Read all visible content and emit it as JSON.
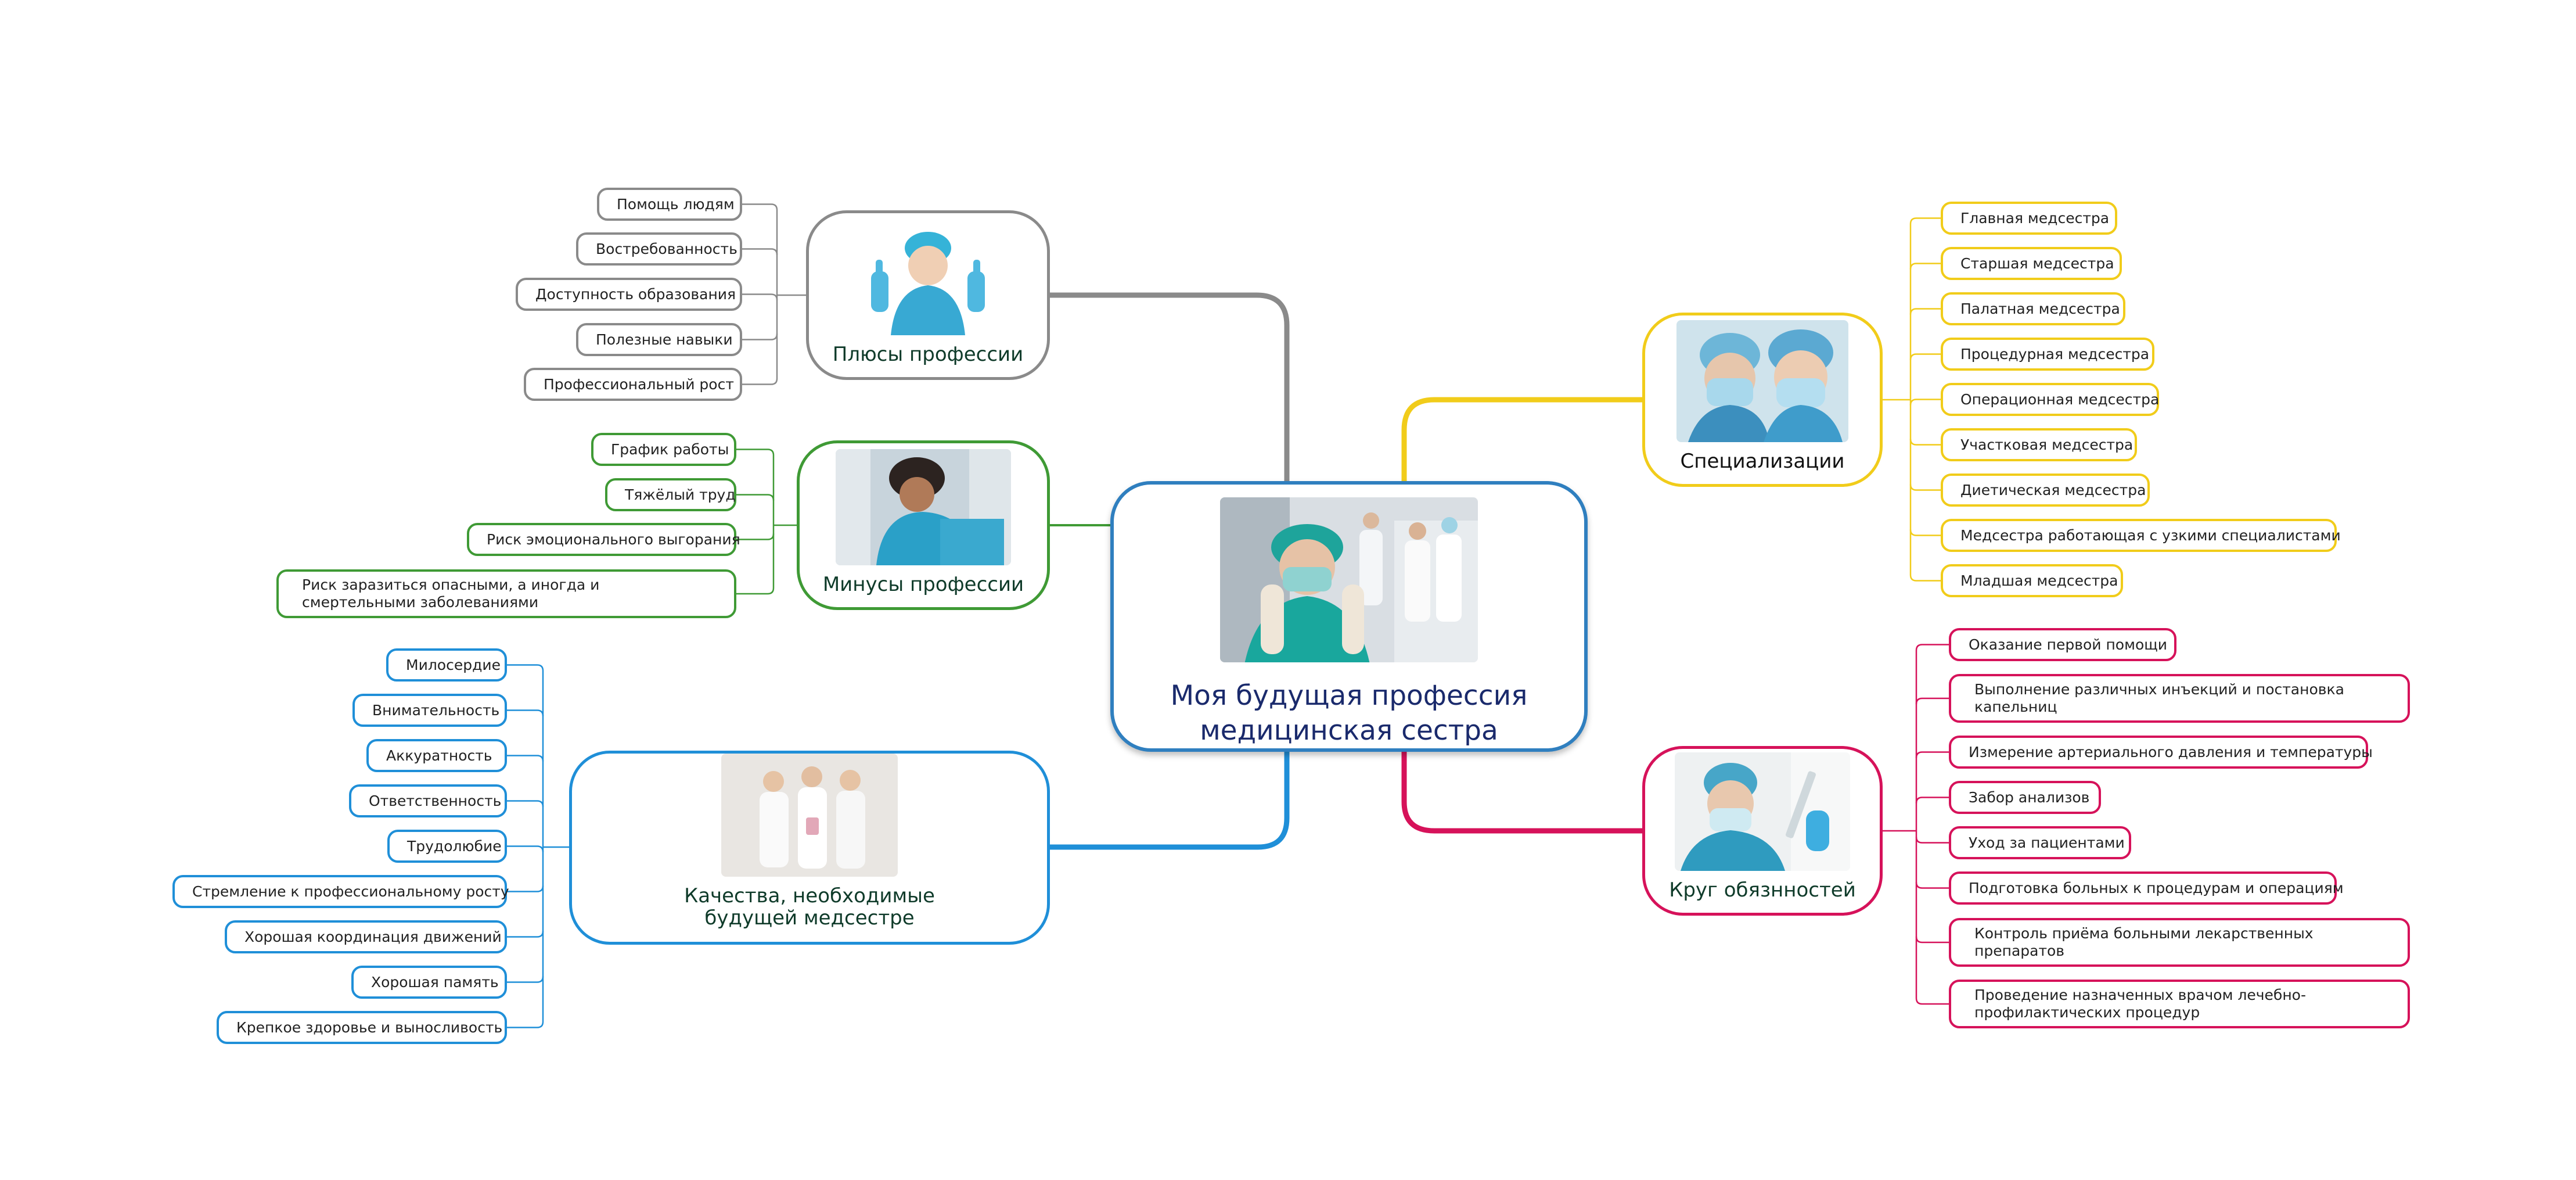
{
  "central": {
    "title_line1": "Моя будущая профессия",
    "title_line2": "медицинская сестра",
    "image": "nurse-in-mask-putting-on-gloves-photo"
  },
  "colors": {
    "central": "#2f7fbf",
    "pros": "#8a8a8a",
    "cons": "#3f9a35",
    "qualities": "#1f8fd8",
    "specializations": "#f1cc1a",
    "duties": "#d6125a"
  },
  "branches": {
    "pros": {
      "label": "Плюсы профессии",
      "image": "nurse-thumbs-up-photo",
      "items": [
        "Помощь людям",
        "Востребованность",
        "Доступность образования",
        "Полезные навыки",
        "Профессиональный рост"
      ]
    },
    "cons": {
      "label": "Минусы профессии",
      "image": "tired-nurse-photo",
      "items": [
        "График работы",
        "Тяжёлый труд",
        "Риск эмоционального выгорания",
        "Риск заразиться опасными, а иногда и смертельными заболеваниями"
      ]
    },
    "qualities": {
      "label": "Качества, необходимые будущей медсестре",
      "image": "nurses-group-photo",
      "items": [
        "Милосердие",
        "Внимательность",
        "Аккуратность",
        "Ответственность",
        "Трудолюбие",
        "Стремление к профессиональному росту",
        "Хорошая координация движений",
        "Хорошая память",
        "Крепкое здоровье и выносливость"
      ]
    },
    "specializations": {
      "label": "Специализации",
      "image": "nurses-in-masks-photo",
      "items": [
        "Главная медсестра",
        "Старшая медсестра",
        "Палатная медсестра",
        "Процедурная медсестра",
        "Операционная медсестра",
        "Участковая медсестра",
        "Диетическая медсестра",
        "Медсестра работающая с узкими специалистами",
        "Младшая медсестра"
      ]
    },
    "duties": {
      "label": "Круг обязнностей",
      "image": "nurse-with-syringe-photo",
      "items": [
        "Оказание первой помощи",
        "Выполнение различных инъекций и постановка капельниц",
        "Измерение артериального давления и температуры",
        "Забор анализов",
        "Уход за пациентами",
        "Подготовка больных к процедурам и операциям",
        "Контроль приёма больными лекарственных препаратов",
        "Проведение назначенных врачом лечебно-профилактических процедур"
      ]
    }
  }
}
